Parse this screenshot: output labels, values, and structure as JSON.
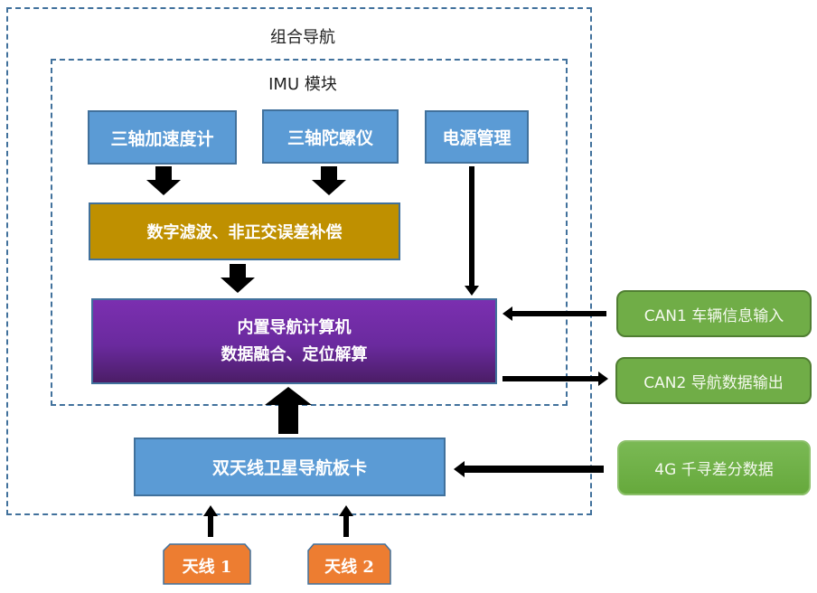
{
  "outer_group": {
    "title": "组合导航"
  },
  "imu_module": {
    "title": "IMU 模块",
    "accelerometer": "三轴加速度计",
    "gyroscope": "三轴陀螺仪",
    "power": "电源管理",
    "filter": "数字滤波、非正交误差补偿",
    "computer_line1": "内置导航计算机",
    "computer_line2": "数据融合、定位解算"
  },
  "gnss_board": "双天线卫星导航板卡",
  "antennas": [
    "天线 1",
    "天线 2"
  ],
  "external": {
    "can1": "CAN1 车辆信息输入",
    "can2": "CAN2 导航数据输出",
    "rtk": "4G 千寻差分数据"
  },
  "colors": {
    "sensor_blue": "#5b9bd5",
    "filter_gold": "#bf9000",
    "computer_purple": "#7030a0",
    "external_green": "#70ad47",
    "antenna_orange": "#ed7d31",
    "dash_border": "#41719c"
  }
}
